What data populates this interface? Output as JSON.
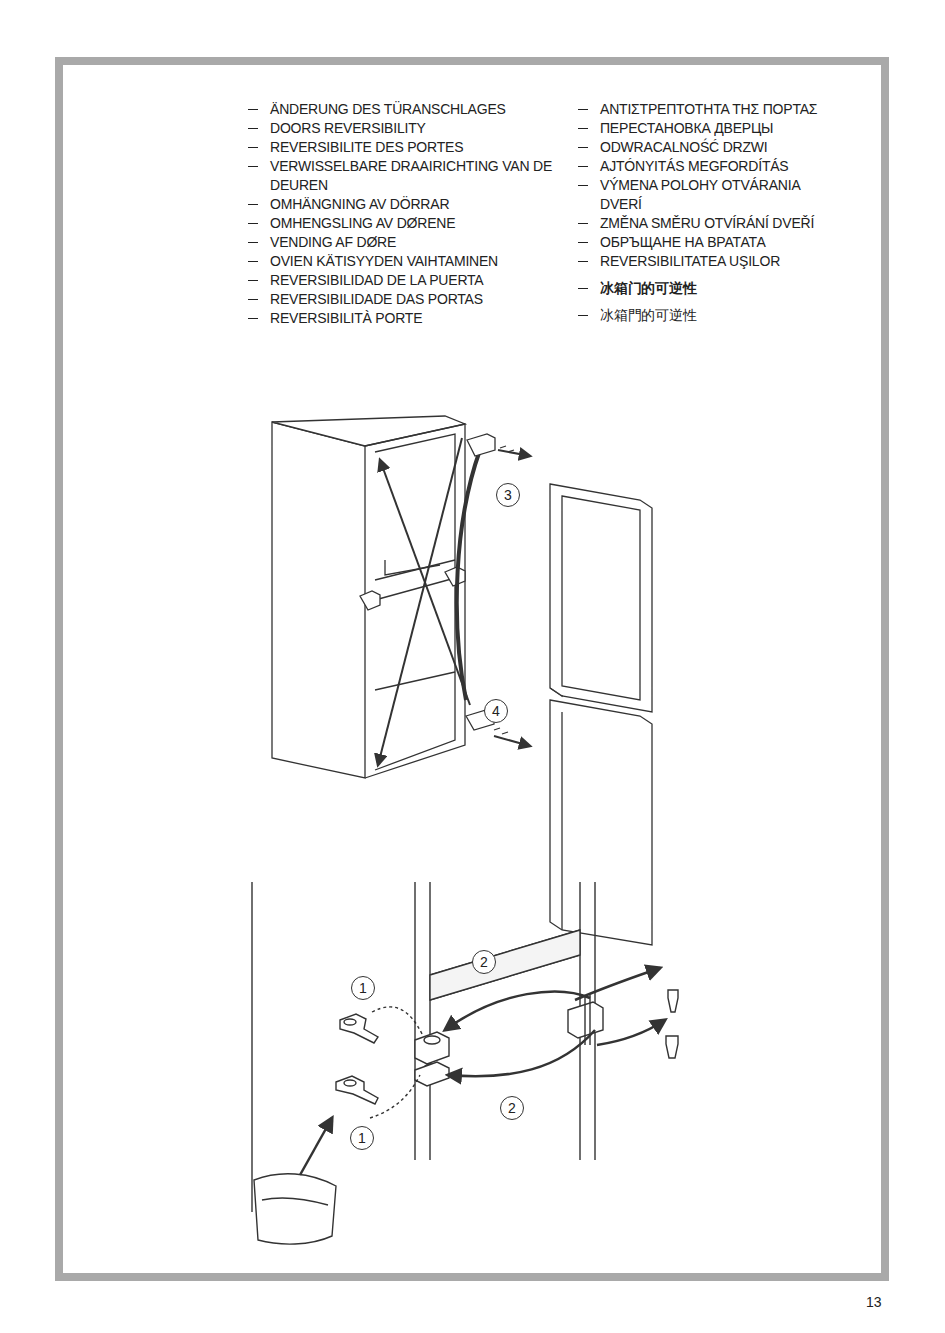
{
  "diagram": {
    "nodes": [
      {
        "text": [
          "3"
        ]
      },
      {
        "text": [
          "4"
        ]
      },
      {
        "text": [
          "2"
        ]
      },
      {
        "text": [
          "1"
        ]
      },
      {
        "text": [
          "2"
        ]
      },
      {
        "text": [
          "1"
        ]
      }
    ],
    "edges": [],
    "labels": [
      "ÄNDERUNG DES TÜRANSCHLAGES",
      "DOORS REVERSIBILITY",
      "REVERSIBILITE DES PORTES",
      "VERWISSELBARE DRAAIRICHTING VAN DE DEUREN",
      "OMHÄNGNING AV DÖRRAR",
      "OMHENGSLING AV DØRENE",
      "VENDING AF DØRE",
      "OVIEN KÄTISYYDEN VAIHTAMINEN",
      "REVERSIBILIDAD DE LA PUERTA",
      "REVERSIBILIDADE DAS PORTAS",
      "REVERSIBILITÀ PORTE",
      "ΑΝΤΙΣΤΡΕΠΤΟΤΗΤΑ ΤΗΣ ΠΟΡΤΑΣ",
      "ПЕРЕСТАНОВКА ДВЕРЦЫ",
      "ODWRACALNOŚĆ DRZWI",
      "AJTÓNYITÁS MEGFORDÍTÁS",
      "VÝMENA POLOHY OTVÁRANIA DVERÍ",
      "ZMĚNA SMĚRU OTVÍRÁNÍ DVEŘÍ",
      "ОБРЪЩАНЕ НА ВРАТАТА",
      "REVERSIBILITATEA UŞILOR",
      "冰箱门的可逆性",
      "冰箱門的可逆性",
      "13"
    ]
  }
}
